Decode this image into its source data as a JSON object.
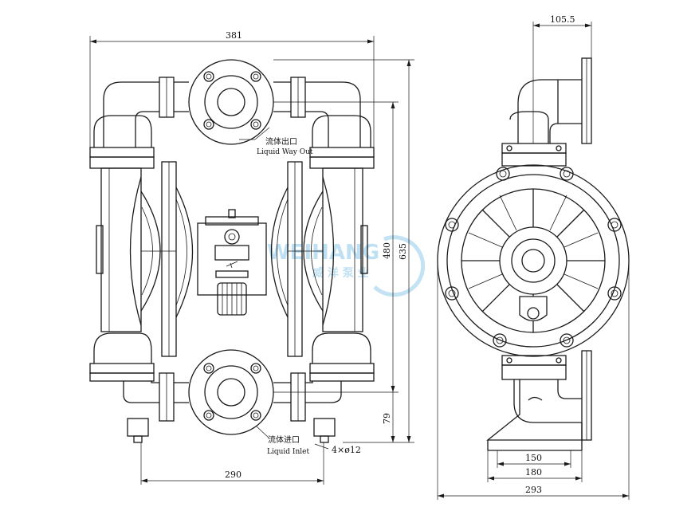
{
  "dimensions": {
    "total_width": "381",
    "inlet_spacing": "290",
    "height_480": "480",
    "height_635": "635",
    "inlet_height": "79",
    "bolt_holes": "4×ø12",
    "side_top_offset": "105.5",
    "base_150": "150",
    "base_180": "180",
    "side_width": "293"
  },
  "labels": {
    "outlet_cn": "流体出口",
    "outlet_en": "Liquid Way Out",
    "inlet_cn": "流体进口",
    "inlet_en": "Liquid Inlet"
  },
  "watermark": {
    "brand": "WEIHANG",
    "cn": "威 洋 泵 业"
  },
  "colors": {
    "line": "#1a1a1a",
    "watermark": "#a9d6ee"
  }
}
